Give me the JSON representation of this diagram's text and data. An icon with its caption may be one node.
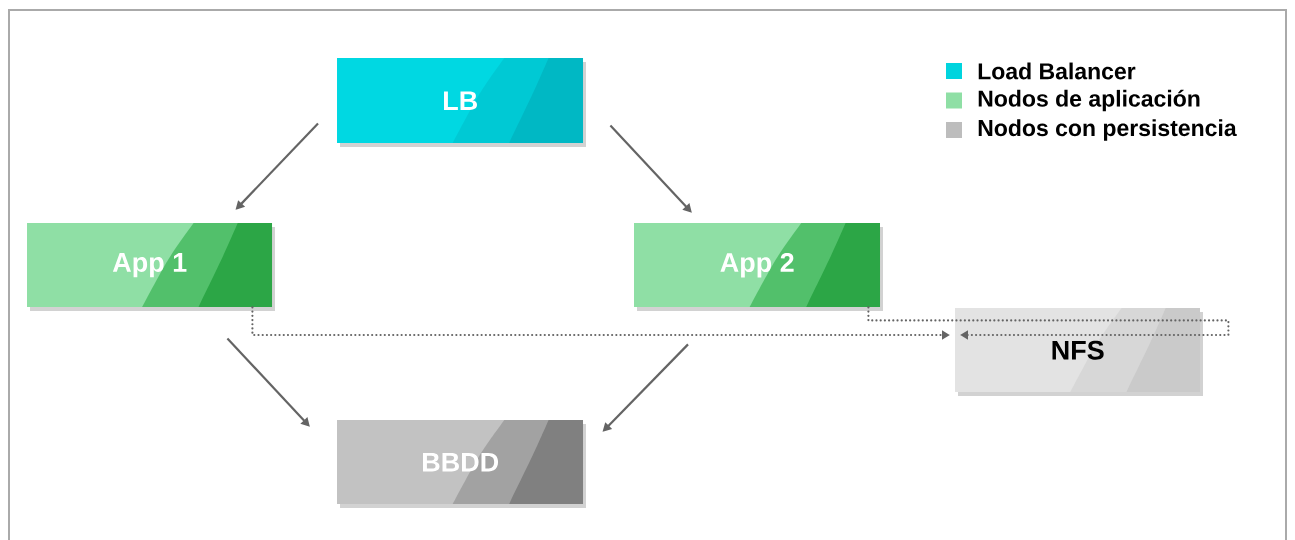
{
  "diagram": {
    "nodes": [
      {
        "text": [
          "LB"
        ]
      },
      {
        "text": [
          "App 1"
        ]
      },
      {
        "text": [
          "App 2"
        ]
      },
      {
        "text": [
          "BBDD"
        ]
      },
      {
        "text": [
          "NFS"
        ]
      }
    ],
    "edges": [
      {
        "from": 0,
        "to": 1,
        "arrow": "to"
      },
      {
        "from": 0,
        "to": 2,
        "arrow": "to"
      },
      {
        "from": 1,
        "to": 3,
        "arrow": "to"
      },
      {
        "from": 2,
        "to": 3,
        "arrow": "to"
      },
      {
        "from": 1,
        "to": 4,
        "arrow": "to",
        "style": "dashed"
      },
      {
        "from": 2,
        "to": 4,
        "arrow": "to",
        "style": "dashed"
      }
    ],
    "legend": [
      {
        "text": "Load Balancer",
        "color": "#00d4de"
      },
      {
        "text": "Nodos de aplicación",
        "color": "#8fdfa5"
      },
      {
        "text": "Nodos con persistencia",
        "color": "#bdbdbd"
      }
    ]
  }
}
